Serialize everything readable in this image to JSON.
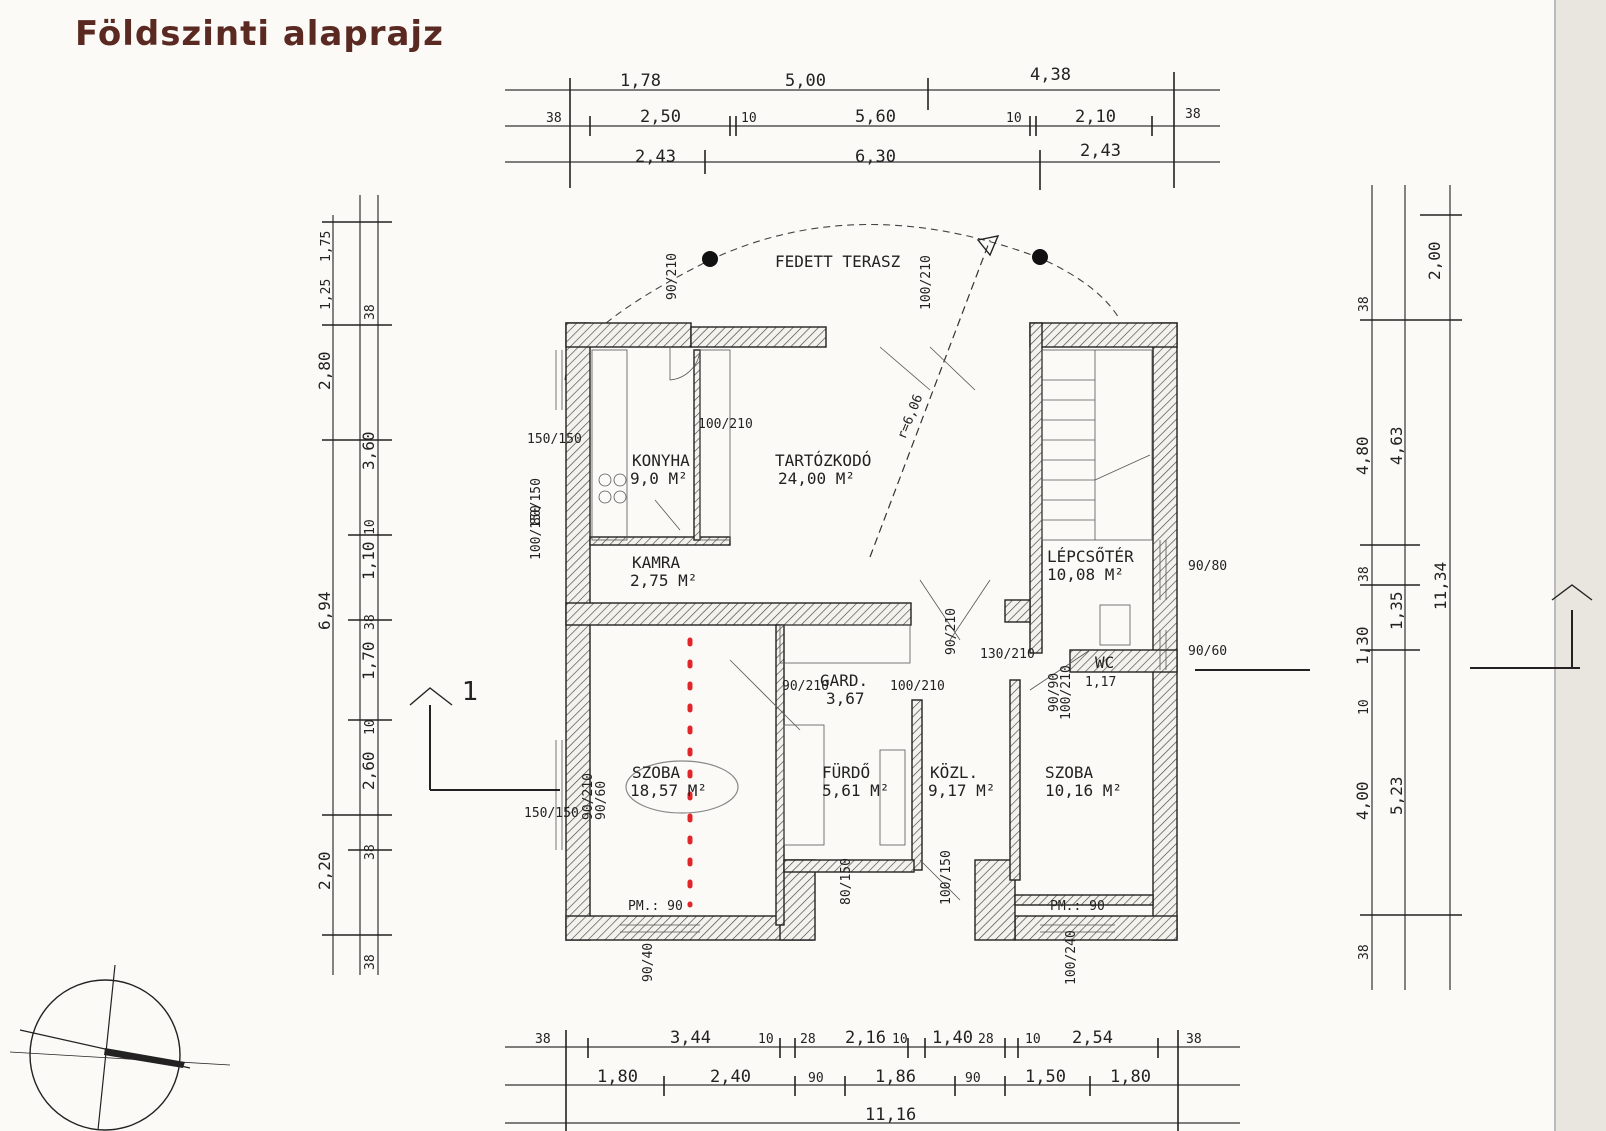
{
  "title": "Földszinti alaprajz",
  "section_marker": "1",
  "rooms": {
    "terasz": "FEDETT TERASZ",
    "konyha": "KONYHA",
    "konyha_area": "9,0 M²",
    "kamra": "KAMRA",
    "kamra_area": "2,75 M²",
    "tartozkodo": "TARTÓZKODÓ",
    "tartozkodo_area": "24,00 M²",
    "lepcsoter": "LÉPCSŐTÉR",
    "lepcsoter_area": "10,08 M²",
    "wc": "WC",
    "wc_area": "1,17",
    "gard": "GARD.",
    "gard_area": "3,67",
    "szoba1": "SZOBA",
    "szoba1_area": "18,57 M²",
    "furdo": "FÜRDŐ",
    "furdo_area": "5,61 M²",
    "kozl": "KÖZL.",
    "kozl_area": "9,17 M²",
    "szoba2": "SZOBA",
    "szoba2_area": "10,16 M²",
    "radius": "r=6,06"
  },
  "door_labels": {
    "d1": "100/210",
    "d2": "90/210",
    "d3": "100/210",
    "d4": "150/150",
    "d5": "150/150",
    "d6": "90/80",
    "d7": "90/60",
    "d8": "130/210",
    "d9": "90/210",
    "d10": "100/210",
    "d11": "90/210",
    "d12": "100/210",
    "d13": "80/150",
    "d14": "100/150",
    "d15": "90/210",
    "pm1": "PM.: 90",
    "pm2": "PM.: 90",
    "d16": "90/40",
    "d17": "100/240",
    "d18": "80/150",
    "d19": "100/150",
    "d20": "90/60",
    "d21": "90/90"
  },
  "dims_top": {
    "row1": [
      "1,78",
      "5,00",
      "4,38"
    ],
    "row2": [
      "38",
      "2,50",
      "10",
      "5,60",
      "10",
      "2,10",
      "38"
    ],
    "row3": [
      "2,43",
      "6,30",
      "2,43"
    ]
  },
  "dims_bottom": {
    "row1": [
      "38",
      "3,44",
      "10",
      "28",
      "2,16",
      "10",
      "1,40",
      "28",
      "10",
      "2,54",
      "38"
    ],
    "row2": [
      "1,80",
      "2,40",
      "90",
      "1,86",
      "90",
      "1,50",
      "1,80"
    ],
    "row3": [
      "11,16"
    ]
  },
  "dims_left": {
    "outer": [
      "6,94",
      "2,20"
    ],
    "mid": [
      "2,80",
      "3,60",
      "1,10",
      "1,70",
      "2,60",
      "38"
    ],
    "inner": [
      "1,25",
      "1,75",
      "38",
      "10",
      "38",
      "10",
      "38"
    ]
  },
  "dims_right": {
    "outer": [
      "11,34"
    ],
    "mid": [
      "4,63",
      "1,35",
      "5,23"
    ],
    "inner": [
      "2,00",
      "38",
      "4,80",
      "38",
      "1,30",
      "10",
      "4,00",
      "38"
    ]
  }
}
